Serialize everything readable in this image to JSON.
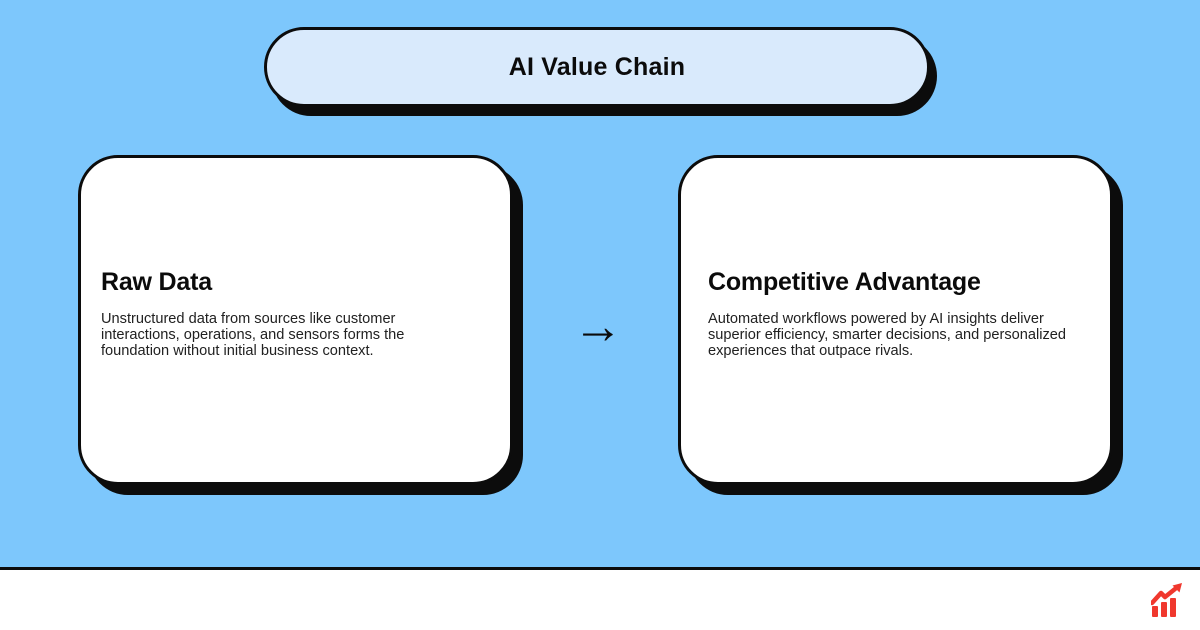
{
  "header": {
    "title": "AI Value Chain"
  },
  "cards": [
    {
      "id": "raw-data",
      "title": "Raw Data",
      "body": "Unstructured data from sources like customer interactions, operations, and sensors forms the foundation without initial business context."
    },
    {
      "id": "competitive-advantage",
      "title": "Competitive Advantage",
      "body": "Automated workflows powered by AI insights deliver superior efficiency, smarter decisions, and personalized experiences that outpace rivals."
    }
  ],
  "connector": {
    "icon": "arrow-right-icon",
    "glyph": "→"
  },
  "footer": {
    "icon": "growth-chart-icon"
  },
  "colors": {
    "background": "#7dc7fc",
    "pill_fill": "#d9eafc",
    "card_fill": "#ffffff",
    "outline": "#0c0c0c",
    "accent_red": "#f0382e",
    "body_text": "#212121"
  }
}
